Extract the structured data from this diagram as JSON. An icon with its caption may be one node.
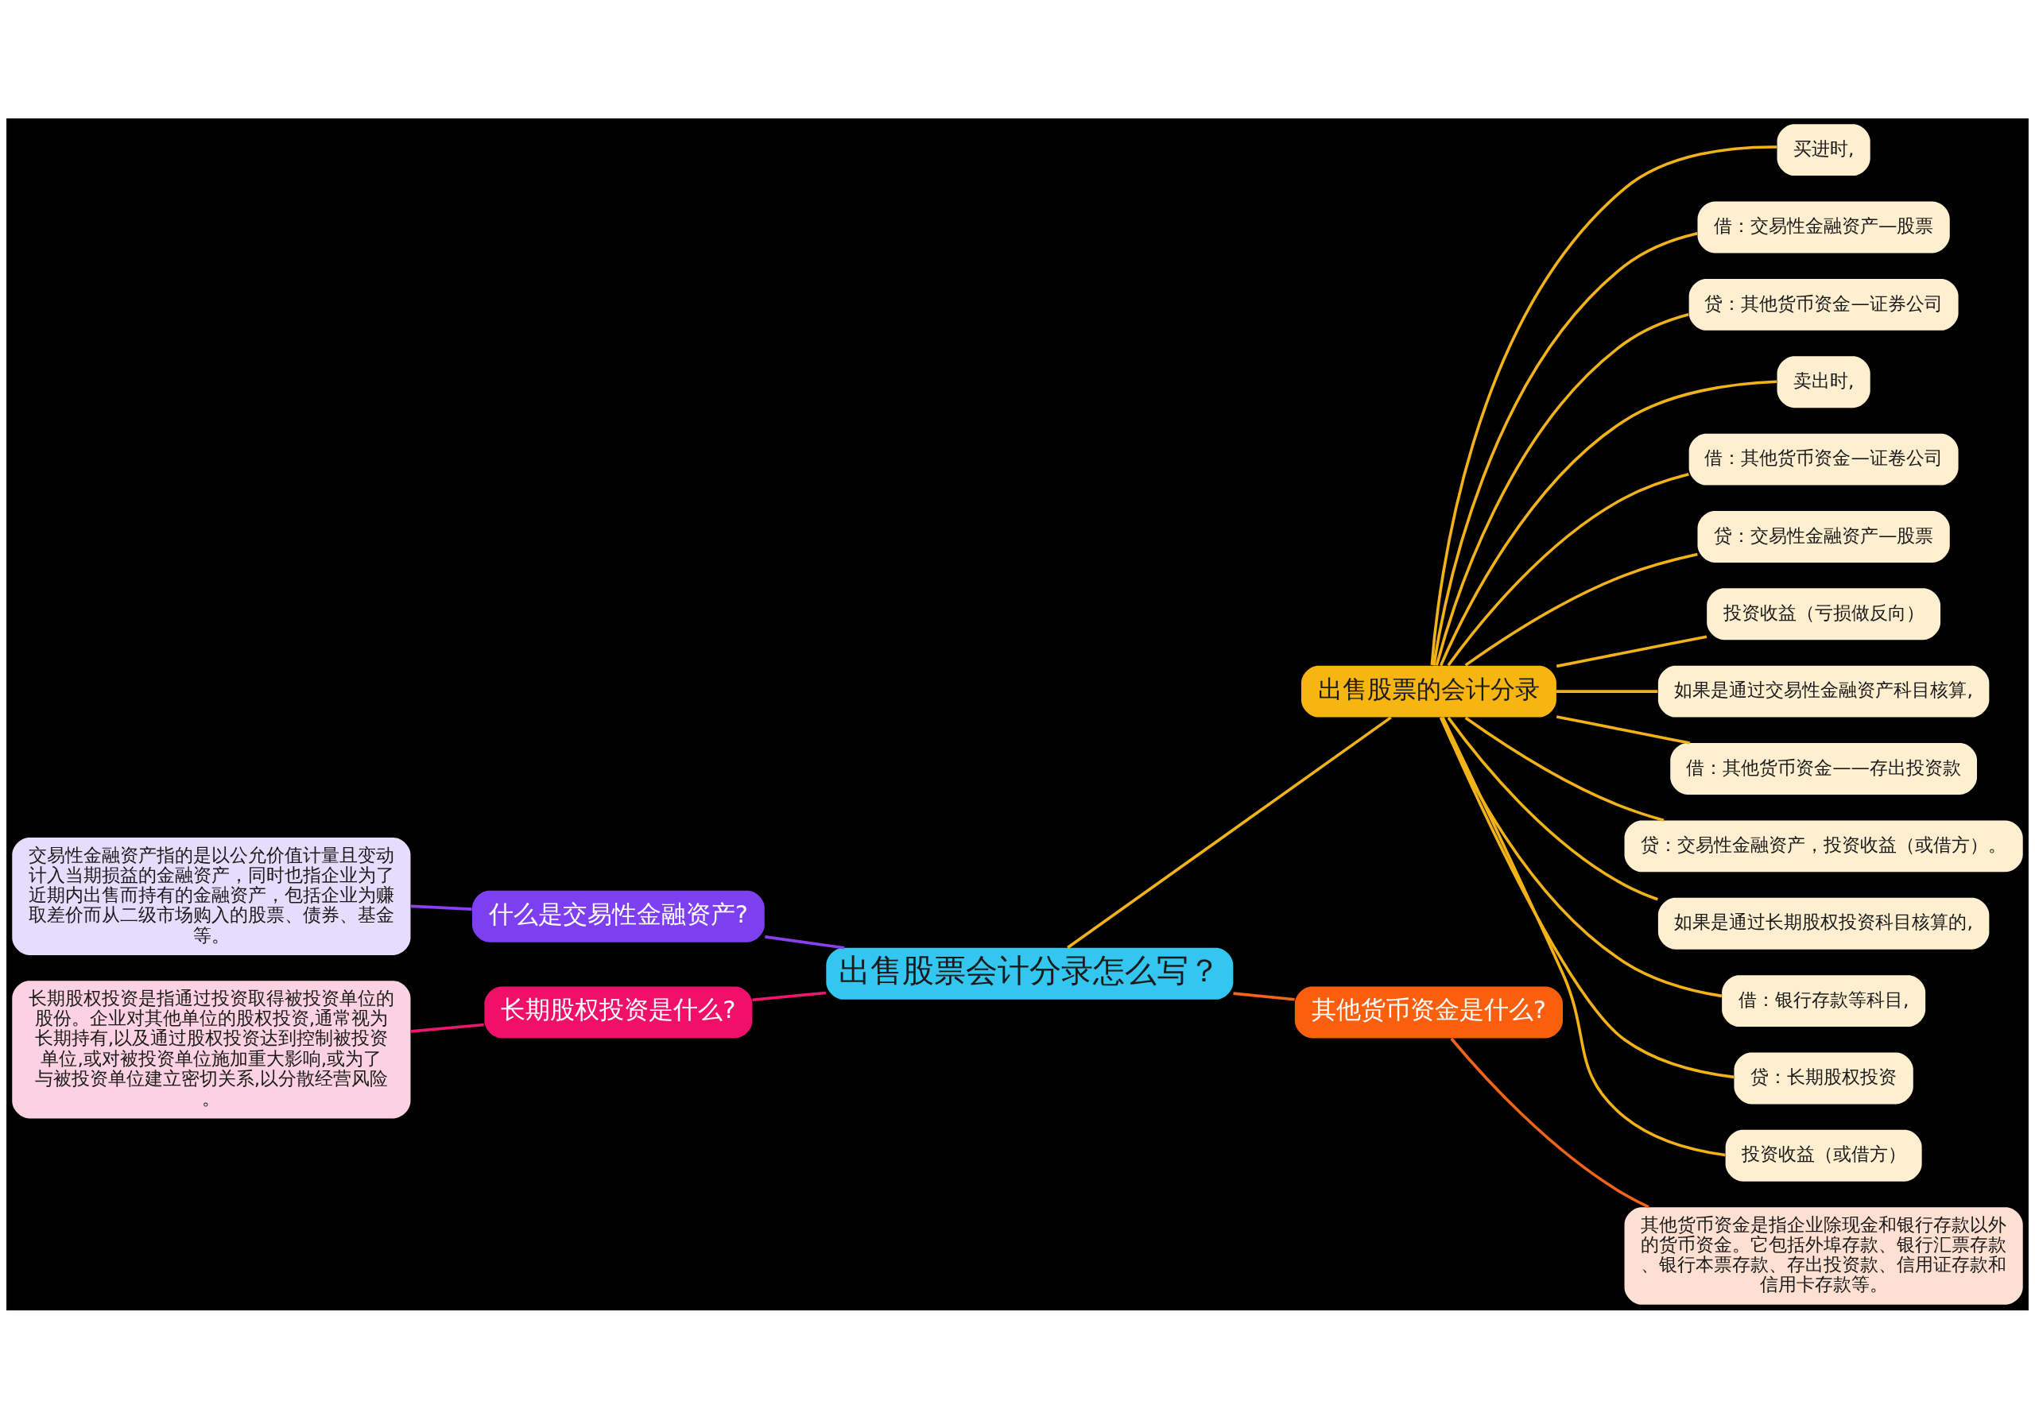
{
  "diagram": {
    "nodes": [
      {
        "text": [
          "出售股票会计分录怎么写？"
        ]
      },
      {
        "text": [
          "出售股票的会计分录"
        ]
      },
      {
        "text": [
          "买进时,"
        ]
      },
      {
        "text": [
          "借：交易性金融资产—股票"
        ]
      },
      {
        "text": [
          "贷：其他货币资金—证券公司"
        ]
      },
      {
        "text": [
          "卖出时,"
        ]
      },
      {
        "text": [
          "借：其他货币资金—证卷公司"
        ]
      },
      {
        "text": [
          "贷：交易性金融资产—股票"
        ]
      },
      {
        "text": [
          "投资收益（亏损做反向）"
        ]
      },
      {
        "text": [
          "如果是通过交易性金融资产科目核算,"
        ]
      },
      {
        "text": [
          "借：其他货币资金——存出投资款"
        ]
      },
      {
        "text": [
          "贷：交易性金融资产，投资收益（或借方）。"
        ]
      },
      {
        "text": [
          "如果是通过长期股权投资科目核算的,"
        ]
      },
      {
        "text": [
          "借：银行存款等科目,"
        ]
      },
      {
        "text": [
          "贷：长期股权投资"
        ]
      },
      {
        "text": [
          "投资收益（或借方）"
        ]
      },
      {
        "text": [
          "其他货币资金是什么?"
        ]
      },
      {
        "text": [
          "其他货币资金是指企业除现金和银行存款以外的货币资金。它包括外埠存款、银行汇票存款、银行本票存款、存出投资款、信用证存款和信用卡存款等。"
        ]
      },
      {
        "text": [
          "什么是交易性金融资产?"
        ]
      },
      {
        "text": [
          "交易性金融资产指的是以公允价值计量且变动计入当期损益的金融资产，同时也指企业为了近期内出售而持有的金融资产，包括企业为赚取差价而从二级市场购入的股票、债券、基金等。"
        ]
      },
      {
        "text": [
          "长期股权投资是什么?"
        ]
      },
      {
        "text": [
          "长期股权投资是指通过投资取得被投资单位的股份。企业对其他单位的股权投资,通常视为长期持有,以及通过股权投资达到控制被投资单位,或对被投资单位施加重大影响,或为了与被投资单位建立密切关系,以分散经营风险。"
        ]
      }
    ],
    "edges": [
      {
        "from": 0,
        "to": 1,
        "arrow": "none"
      },
      {
        "from": 1,
        "to": 2,
        "arrow": "none"
      },
      {
        "from": 1,
        "to": 3,
        "arrow": "none"
      },
      {
        "from": 1,
        "to": 4,
        "arrow": "none"
      },
      {
        "from": 1,
        "to": 5,
        "arrow": "none"
      },
      {
        "from": 1,
        "to": 6,
        "arrow": "none"
      },
      {
        "from": 1,
        "to": 7,
        "arrow": "none"
      },
      {
        "from": 1,
        "to": 8,
        "arrow": "none"
      },
      {
        "from": 1,
        "to": 9,
        "arrow": "none"
      },
      {
        "from": 1,
        "to": 10,
        "arrow": "none"
      },
      {
        "from": 1,
        "to": 11,
        "arrow": "none"
      },
      {
        "from": 1,
        "to": 12,
        "arrow": "none"
      },
      {
        "from": 1,
        "to": 13,
        "arrow": "none"
      },
      {
        "from": 1,
        "to": 14,
        "arrow": "none"
      },
      {
        "from": 1,
        "to": 15,
        "arrow": "none"
      },
      {
        "from": 0,
        "to": 16,
        "arrow": "none",
        "color": "#f26419"
      },
      {
        "from": 16,
        "to": 17,
        "arrow": "none",
        "color": "#f26419"
      },
      {
        "from": 0,
        "to": 18,
        "arrow": "none",
        "color": "#8a3ff0"
      },
      {
        "from": 18,
        "to": 19,
        "arrow": "none",
        "color": "#8a3ff0"
      },
      {
        "from": 0,
        "to": 20,
        "arrow": "none",
        "color": "#e8196e"
      },
      {
        "from": 20,
        "to": 21,
        "arrow": "none",
        "color": "#e8196e"
      }
    ]
  }
}
